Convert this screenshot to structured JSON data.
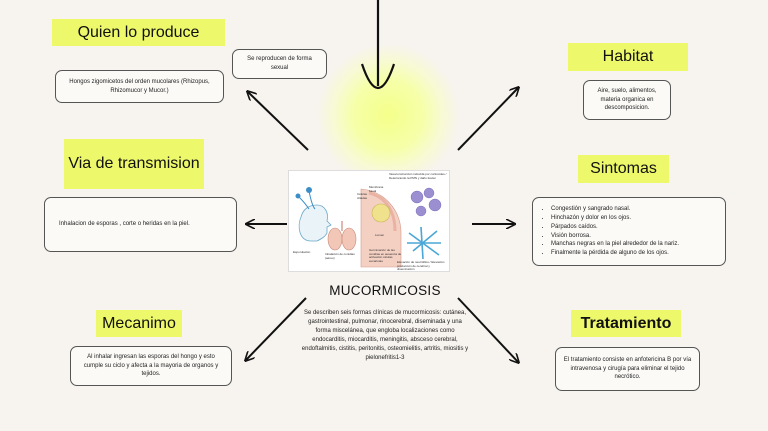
{
  "center": {
    "title": "MUCORMICOSIS",
    "description": "Se describen seis formas clínicas de mucormicosis: cutánea, gastrointestinal, pulmonar, rinocerebral, diseminada y una forma miscelánea, que engloba localizaciones como endocarditis, miocarditis, meningitis, absceso cerebral, endoftalmitis, cistitis, peritonitis, osteomielitis, artritis, miositis y pielonefritis1-3",
    "illustration_captions": {
      "top_right": "Vasoconstrucción inducida por corticoides / Deteriorando la PMN y daño tisular",
      "membrane": "Membrana basal",
      "cells": "Células ciliadas",
      "lumen": "Lumen",
      "spores": "Esporulación",
      "inhalation": "Inhalación de conidias (aéreo)",
      "germination": "Germinación de las conidias en ausencia de activación células eucariotas",
      "invasion": "Elevación de neutrófilos / Elevación producción de cerebral y diseminación"
    }
  },
  "sections": {
    "quien": {
      "title": "Quien lo produce",
      "text": "Hongos zigomicetos  del orden  mucolares (Rhizopus, Rhizomucor y Mucor.)"
    },
    "reproduccion": {
      "text": "Se reproducen de forma sexual"
    },
    "habitat": {
      "title": "Habitat",
      "text": "Aire,  suelo, alimentos, materia organica en descomposicion."
    },
    "via": {
      "title": "Via  de transmision",
      "text": "Inhalacion de esporas , corte o heridas en la piel."
    },
    "sintomas": {
      "title": "Sintomas",
      "items": [
        "Congestión y sangrado nasal.",
        "Hinchazón y dolor en los ojos.",
        "Párpados caídos.",
        "Visión borrosa.",
        "Manchas negras en la piel alrededor de la nariz.",
        "Finalmente la pérdida de alguno de los ojos."
      ]
    },
    "mecanismo": {
      "title": "Mecanimo",
      "text": "Al inhalar ingresan las esporas del hongo y esto cumple su ciclo y afecta a la mayoria de organos y tejidos."
    },
    "tratamiento": {
      "title": "Tratamiento",
      "text": "El tratamiento consiste en anfotericina B por vía intravenosa y cirugía para eliminar el tejido necrótico."
    }
  },
  "colors": {
    "label_bg": "#edf86a",
    "glow": "#f4ff8a",
    "background": "#f7f3ee"
  }
}
